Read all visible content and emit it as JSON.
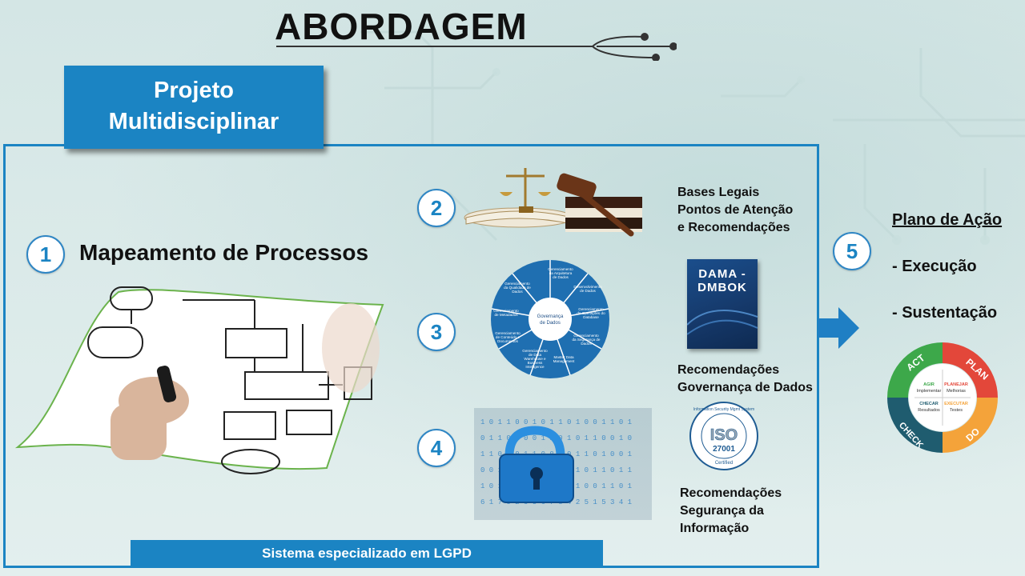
{
  "header": {
    "title": "ABORDAGEM"
  },
  "project": {
    "line1": "Projeto",
    "line2": "Multidisciplinar"
  },
  "steps": [
    {
      "number": "1",
      "title": "Mapeamento de Processos"
    },
    {
      "number": "2",
      "lines": [
        "Bases Legais",
        "Pontos de Atenção",
        "e Recomendações"
      ]
    },
    {
      "number": "3",
      "lines": [
        "Recomendações",
        "Governança de Dados"
      ]
    },
    {
      "number": "4",
      "lines": [
        "Recomendações",
        "Segurança da",
        "Informação"
      ]
    },
    {
      "number": "5",
      "title": "Plano de Ação",
      "items": [
        "- Execução",
        "- Sustentação"
      ]
    }
  ],
  "book": {
    "line1": "DAMA -",
    "line2": "DMBOK"
  },
  "iso": {
    "top": "Information Security Management System",
    "mid": "ISO",
    "num": "27001",
    "bottom": "Certified"
  },
  "wheel": {
    "center": "Governança de Dados",
    "segments": [
      "Gerenciamento da Arquitetura de Dados",
      "Desenvolvimento de Dados",
      "Gerenciamento de Operações do Database",
      "Gerenciamento da Segurança de Dados",
      "Master Data Management",
      "Gerenciamento de Data Warehouse e Business Intelligence",
      "Gerenciamento de Conteúdo e Documentos",
      "Gerenciamento de Metadados",
      "Gerenciamento da Qualidade de Dados"
    ]
  },
  "pdca": {
    "act": "ACT",
    "plan": "PLAN",
    "do": "DO",
    "check": "CHECK",
    "agir": "AGIR",
    "implementar": "Implementar",
    "planejar": "PLANEJAR",
    "melhorias": "Melhorias",
    "checar": "CHECAR",
    "resultados": "Resultados",
    "executar": "EXECUTAR",
    "testes": "Testes"
  },
  "footer": {
    "label": "Sistema especializado em LGPD"
  },
  "colors": {
    "accent": "#1b84c3",
    "background": "#dceceb"
  }
}
